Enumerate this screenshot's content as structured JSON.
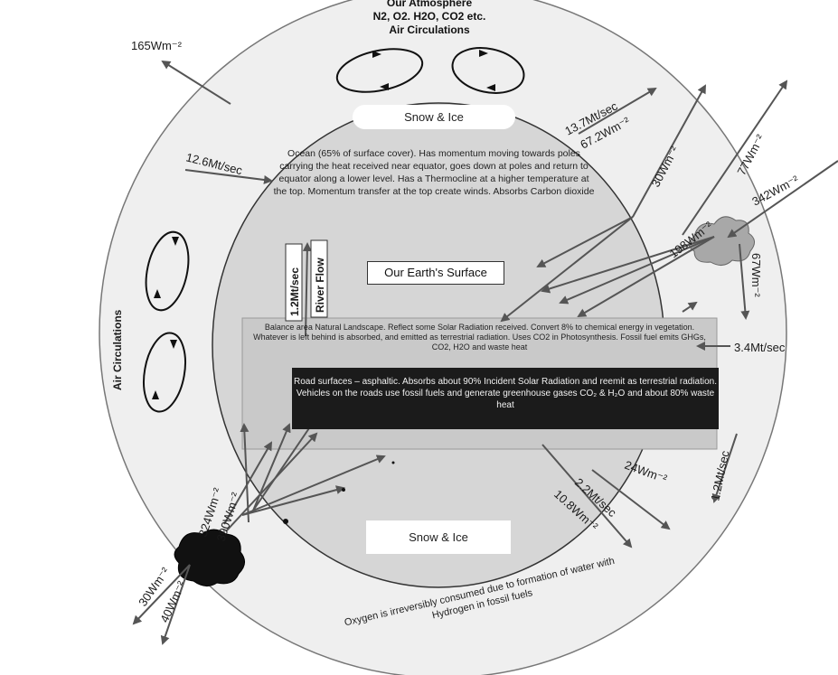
{
  "atmosphere": {
    "title": "Our Atmosphere",
    "gases": "N2, O2. H2O, CO2 etc.",
    "circulation_top": "Air Circulations",
    "circulation_side": "Air Circulations"
  },
  "surface": {
    "snow_top": "Snow & Ice",
    "snow_bottom": "Snow & Ice",
    "ocean": "Ocean (65% of surface cover). Has momentum moving towards poles carrying the heat received near equator, goes down at poles and return to equator along a lower level. Has a Thermocline at a higher temperature at the top. Momentum transfer at the top create winds. Absorbs Carbon dioxide",
    "earth_label": "Our Earth's Surface",
    "river_rate": "1.2Mt/sec",
    "river_flow": "River Flow",
    "landscape": "Balance area Natural Landscape. Reflect some Solar Radiation received. Convert 8% to chemical energy in vegetation. Whatever is left behind is absorbed, and emitted as terrestrial radiation. Uses CO2 in Photosynthesis. Fossil fuel emits GHGs, CO2, H2O and waste heat",
    "road": "Road surfaces – asphaltic. Absorbs about 90% Incident Solar Radiation and reemit as terrestrial radiation. Vehicles on the roads use fossil fuels and generate greenhouse gases CO₂ & H₂O and about 80% waste heat",
    "oxygen": "Oxygen is irreversibly consumed due to formation of water with Hydrogen in fossil fuels"
  },
  "flows": {
    "f165": "165Wm⁻²",
    "f12_6": "12.6Mt/sec",
    "f13_7": "13.7Mt/sec",
    "f67_2": "67.2Wm⁻²",
    "f30_top": "30Wm⁻²",
    "f77": "77Wm⁻²",
    "f342": "342Wm⁻²",
    "f198": "198Wm⁻²",
    "f67": "67Wm⁻²",
    "f3_4": "3.4Mt/sec",
    "f24": "24Wm⁻²",
    "f1_2": "1.2Mt/sec",
    "f2_2": "2.2Mt/sec",
    "f10_8": "10.8Wm⁻²",
    "f324": "324Wm⁻²",
    "f390": "390Wm⁻²",
    "f30_bottom": "30Wm⁻²",
    "f40": "40Wm⁻²"
  },
  "colors": {
    "outer_ring": "#efefef",
    "inner_disk": "#d6d6d6",
    "land_band": "#c9c9c9",
    "road_box": "#1b1b1b",
    "arrow": "#555555",
    "cloud_dark": "#111111",
    "cloud_light": "#a8a8a8"
  }
}
